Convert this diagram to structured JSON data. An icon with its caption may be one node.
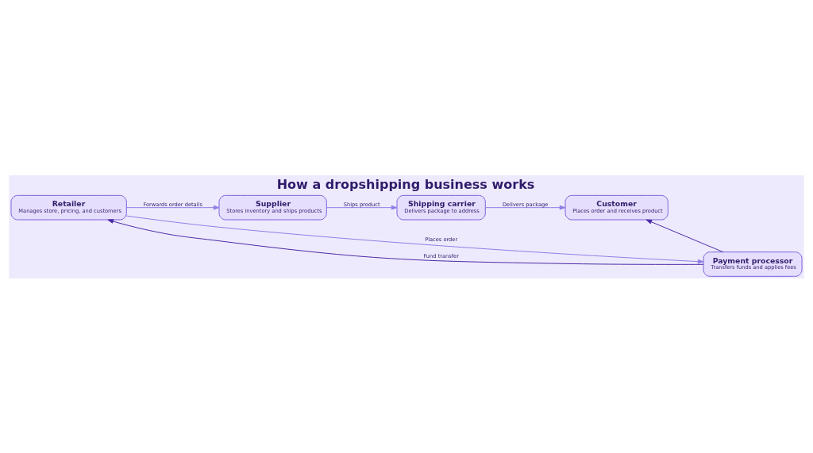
{
  "diagram": {
    "title": "How a dropshipping business works",
    "nodes": [
      {
        "text": [
          "Retailer",
          "Manages store, pricing, and customers"
        ]
      },
      {
        "text": [
          "Supplier",
          "Stores inventory and ships products"
        ]
      },
      {
        "text": [
          "Shipping carrier",
          "Delivers package to address"
        ]
      },
      {
        "text": [
          "Customer",
          "Places order and receives product"
        ]
      },
      {
        "text": [
          "Payment processor",
          "Transfers funds and applies fees"
        ]
      }
    ],
    "edges": [
      {
        "from": 0,
        "to": 4,
        "arrow": "to",
        "label": "Places order"
      },
      {
        "from": 0,
        "to": 1,
        "arrow": "to",
        "label": "Forwards order details"
      },
      {
        "from": 1,
        "to": 2,
        "arrow": "to",
        "label": "Ships product"
      },
      {
        "from": 2,
        "to": 3,
        "arrow": "to",
        "label": "Delivers package"
      },
      {
        "from": 4,
        "to": 0,
        "arrow": "to",
        "label": "Fund transfer",
        "color": "#4a2aa6"
      },
      {
        "from": 4,
        "to": 3,
        "arrow": "to",
        "color": "#4a2aa6"
      }
    ]
  }
}
